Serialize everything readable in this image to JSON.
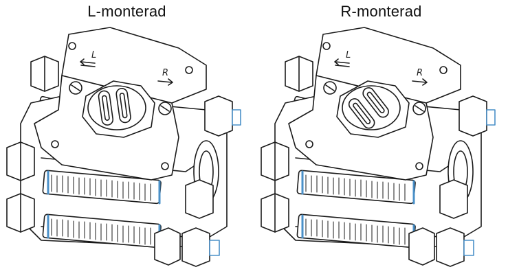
{
  "panels": [
    {
      "id": "left",
      "title": "L-monterad",
      "arrow_left_label": "L",
      "arrow_right_label": "R",
      "slot_orientation": "vertical"
    },
    {
      "id": "right",
      "title": "R-monterad",
      "arrow_left_label": "L",
      "arrow_right_label": "R",
      "slot_orientation": "diagonal"
    }
  ],
  "colors": {
    "line": "#1a1a1a",
    "fill": "#ffffff",
    "thread_accent": "#4a90c8",
    "bolt_shade": "#e8e8e8"
  }
}
